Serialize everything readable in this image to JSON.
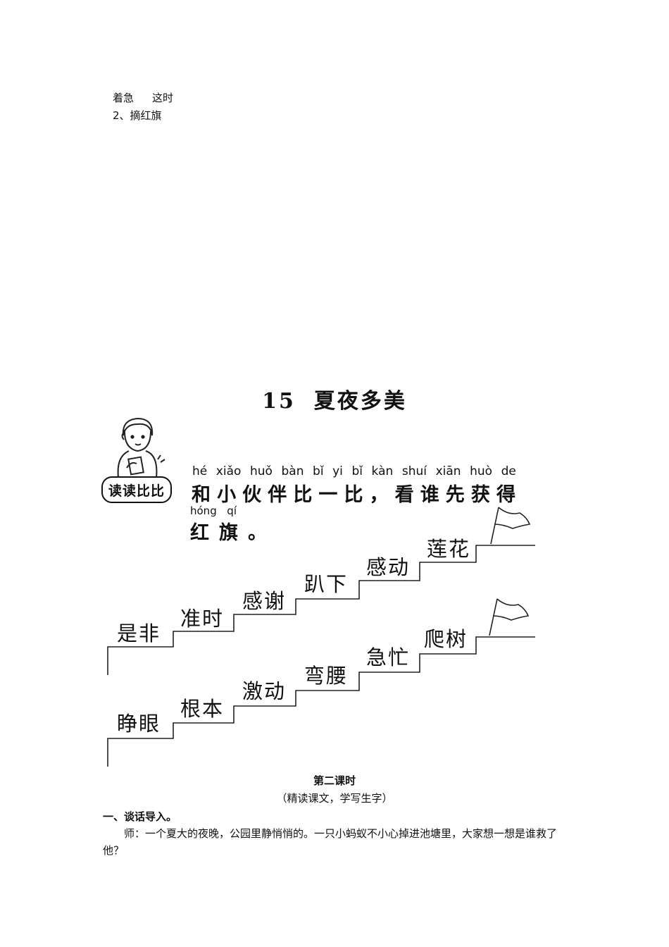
{
  "intro": {
    "line1": [
      "着急",
      "这时"
    ],
    "line2": "2、摘红旗"
  },
  "lesson": {
    "number": "15",
    "title": "夏夜多美",
    "badge": "读读比比",
    "instruction_pinyin": [
      "hé",
      "xiǎo",
      "huǒ",
      "bàn",
      "bǐ",
      "yi",
      "bǐ",
      "kàn",
      "shuí",
      "xiān",
      "huò",
      "de"
    ],
    "instruction_text": [
      "和",
      "小",
      "伙",
      "伴",
      "比",
      "一",
      "比",
      "，",
      "看",
      "谁",
      "先",
      "获",
      "得"
    ],
    "instruction_pinyin2": [
      "hóng",
      "qí"
    ],
    "instruction_text2": "红旗。"
  },
  "stairs": [
    {
      "words": [
        "是非",
        "准时",
        "感谢",
        "趴下",
        "感动",
        "莲花"
      ]
    },
    {
      "words": [
        "睁眼",
        "根本",
        "激动",
        "弯腰",
        "急忙",
        "爬树"
      ]
    }
  ],
  "lesson2": {
    "title": "第二课时",
    "subtitle": "（精读课文，学写生字）",
    "section1_heading": "一、谈话导入。",
    "section1_text": "师：一个夏大的夜晚，公园里静悄悄的。一只小蚂蚁不小心掉进池塘里，大家想一想是谁救了他？"
  }
}
